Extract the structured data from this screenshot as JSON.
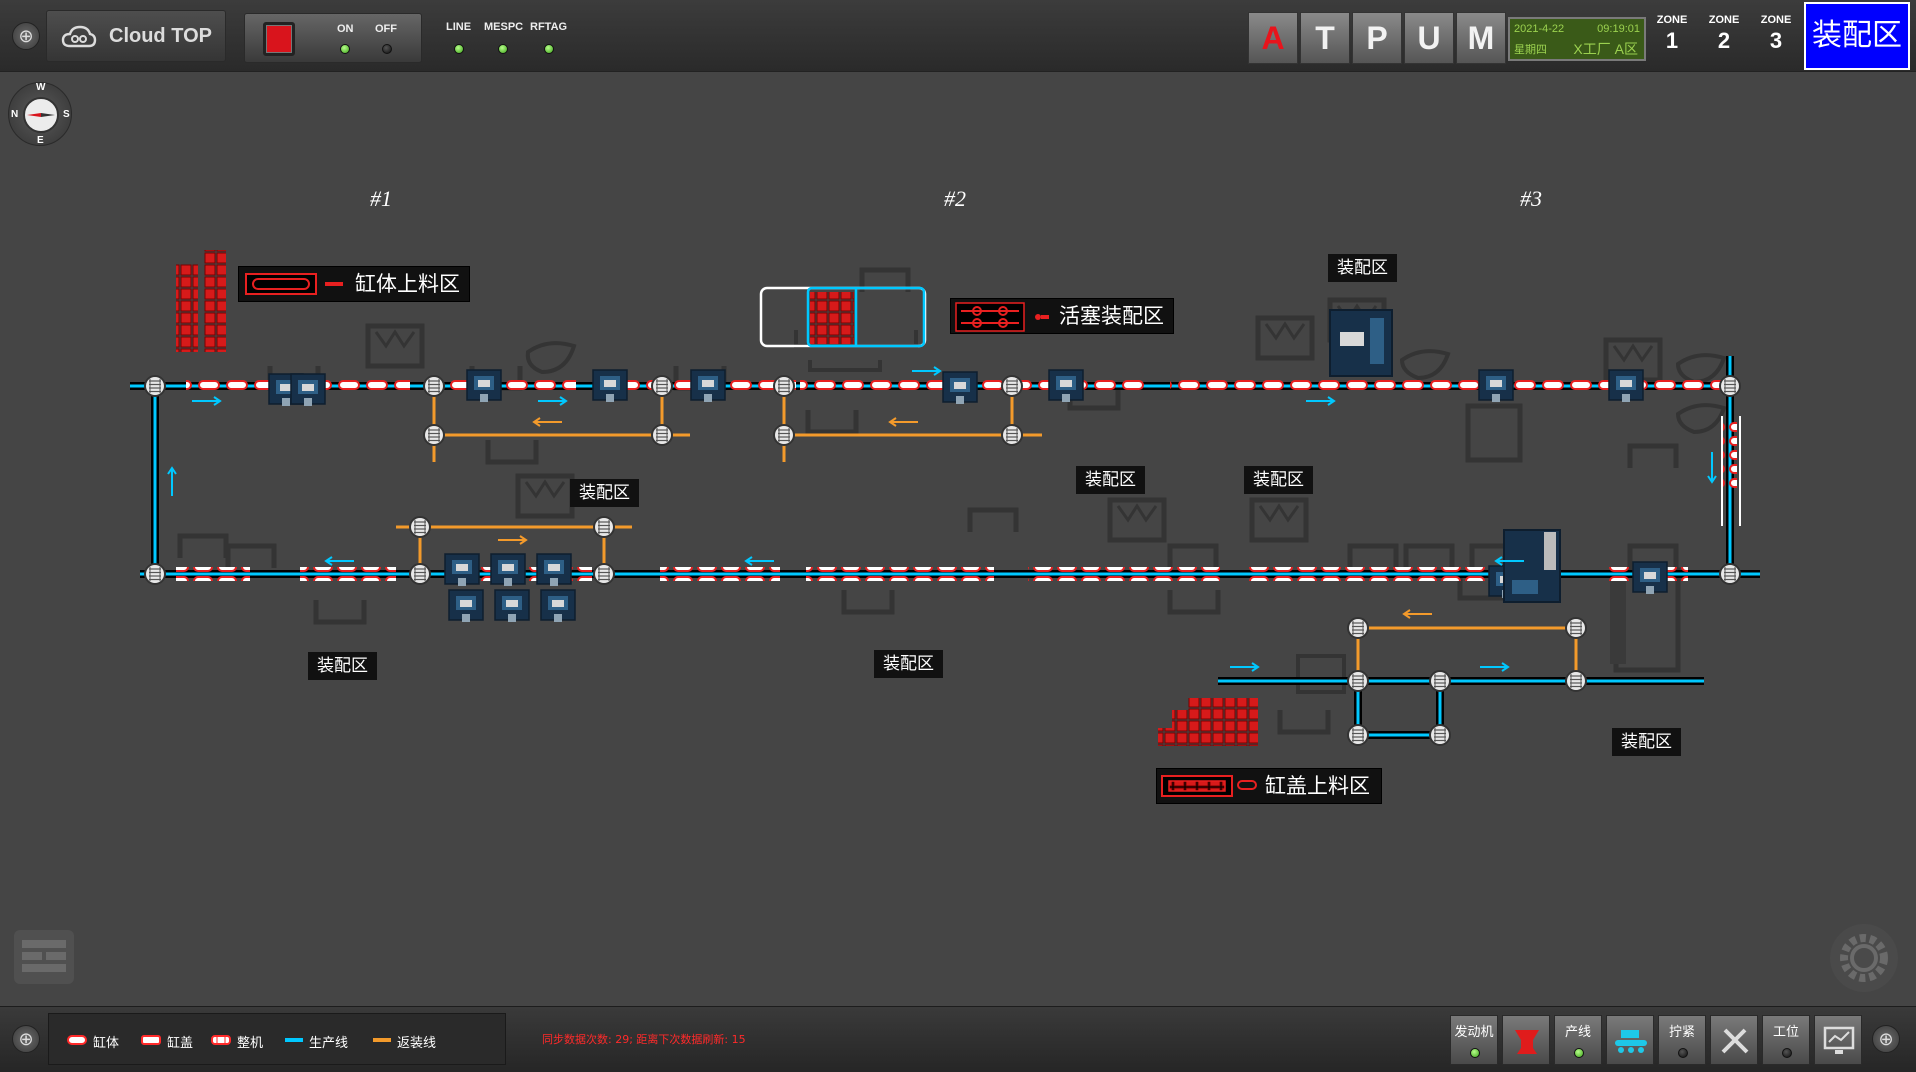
{
  "topbar": {
    "brand": "Cloud TOP",
    "power": {
      "on_label": "ON",
      "off_label": "OFF"
    },
    "signals": [
      "LINE",
      "MESPC",
      "RFTAG"
    ],
    "modes": [
      "A",
      "T",
      "P",
      "U",
      "M"
    ],
    "clock": {
      "date": "2021-4-22",
      "time": "09:19:01",
      "weekday": "星期四",
      "zone": "X工厂 A区"
    },
    "zones": [
      {
        "label": "ZONE",
        "num": "1"
      },
      {
        "label": "ZONE",
        "num": "2"
      },
      {
        "label": "ZONE",
        "num": "3"
      }
    ],
    "area_title": "装配区"
  },
  "compass": {
    "n": "N",
    "s": "S",
    "w": "W",
    "e": "E"
  },
  "sections": [
    "#1",
    "#2",
    "#3"
  ],
  "feed_labels": {
    "cylinder_block": "缸体上料区",
    "piston": "活塞装配区",
    "cylinder_head": "缸盖上料区"
  },
  "assembly_labels": [
    "装配区",
    "装配区",
    "装配区",
    "装配区",
    "装配区",
    "装配区",
    "装配区"
  ],
  "legend": [
    {
      "name": "缸体",
      "color": "#ff2a2a"
    },
    {
      "name": "缸盖",
      "color": "#ff2a2a"
    },
    {
      "name": "整机",
      "color": "#ff2a2a"
    },
    {
      "name": "生产线",
      "color": "#00c8ff"
    },
    {
      "name": "返装线",
      "color": "#f39a2b"
    }
  ],
  "sync_text": "同步数据次数: 29; 距离下次数据刷新: 15",
  "tools": [
    {
      "label": "发动机",
      "icon": "engine-status-icon",
      "status": "green"
    },
    {
      "label": "",
      "icon": "red-pump-icon"
    },
    {
      "label": "产线",
      "icon": "line-status-icon",
      "status": "green"
    },
    {
      "label": "",
      "icon": "conveyor-icon"
    },
    {
      "label": "拧紧",
      "icon": "tightening-status-icon",
      "status": "off"
    },
    {
      "label": "",
      "icon": "wrench-icon"
    },
    {
      "label": "工位",
      "icon": "station-status-icon",
      "status": "off"
    },
    {
      "label": "",
      "icon": "monitor-icon"
    }
  ],
  "colors": {
    "line": "#00c8ff",
    "return": "#f39a2b",
    "part": "#ff2a2a",
    "accent_blue": "#0000ff"
  }
}
